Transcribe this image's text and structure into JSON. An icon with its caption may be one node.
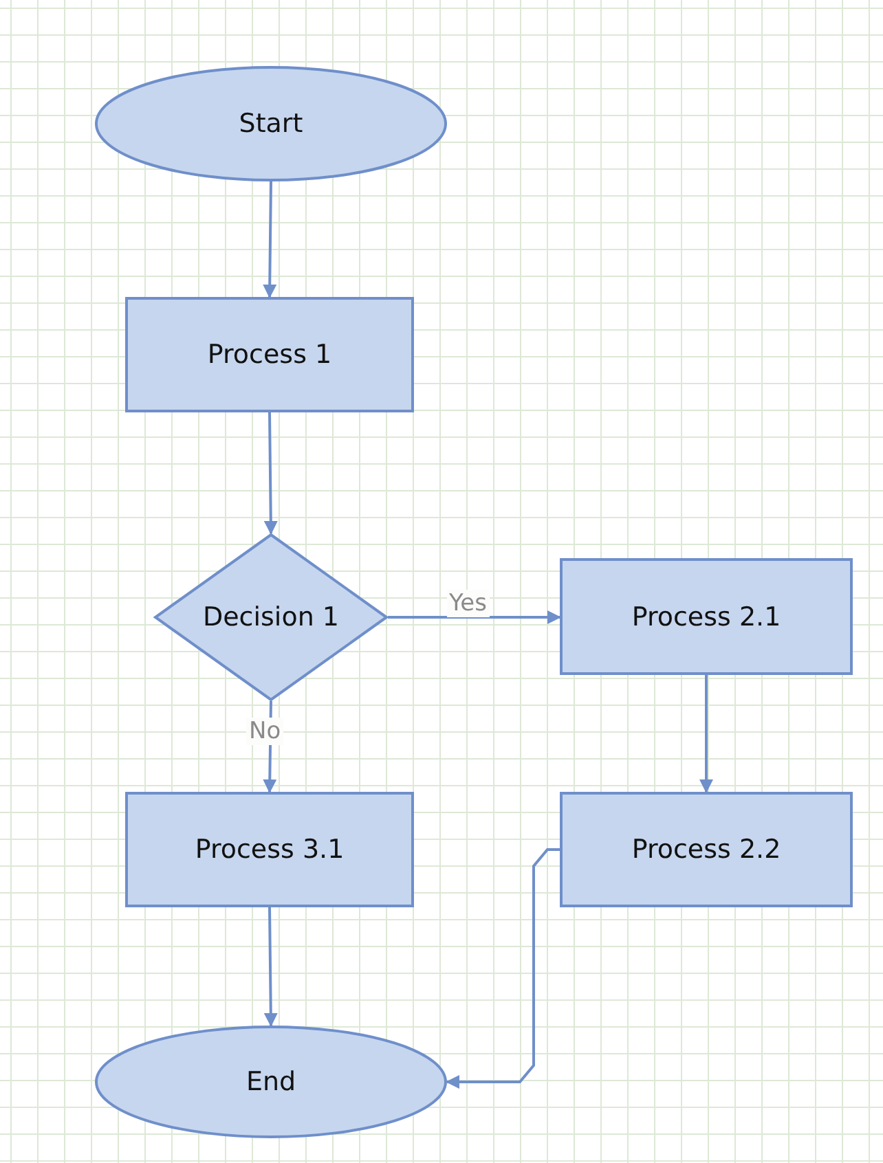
{
  "diagram": {
    "nodes": [
      {
        "text": [
          "Start"
        ]
      },
      {
        "text": [
          "Process 1"
        ]
      },
      {
        "text": [
          "Decision 1"
        ]
      },
      {
        "text": [
          "Process 2.1"
        ]
      },
      {
        "text": [
          "Process 3.1"
        ]
      },
      {
        "text": [
          "Process 2.2"
        ]
      },
      {
        "text": [
          "End"
        ]
      }
    ],
    "edges": [
      {
        "from": 0,
        "to": 1,
        "arrow": "to"
      },
      {
        "from": 1,
        "to": 2,
        "arrow": "to"
      },
      {
        "from": 2,
        "to": 3,
        "arrow": "to",
        "label": "Yes"
      },
      {
        "from": 2,
        "to": 4,
        "arrow": "to",
        "label": "No"
      },
      {
        "from": 3,
        "to": 5,
        "arrow": "to"
      },
      {
        "from": 4,
        "to": 6,
        "arrow": "to"
      },
      {
        "from": 5,
        "to": 6,
        "arrow": "to"
      }
    ]
  }
}
